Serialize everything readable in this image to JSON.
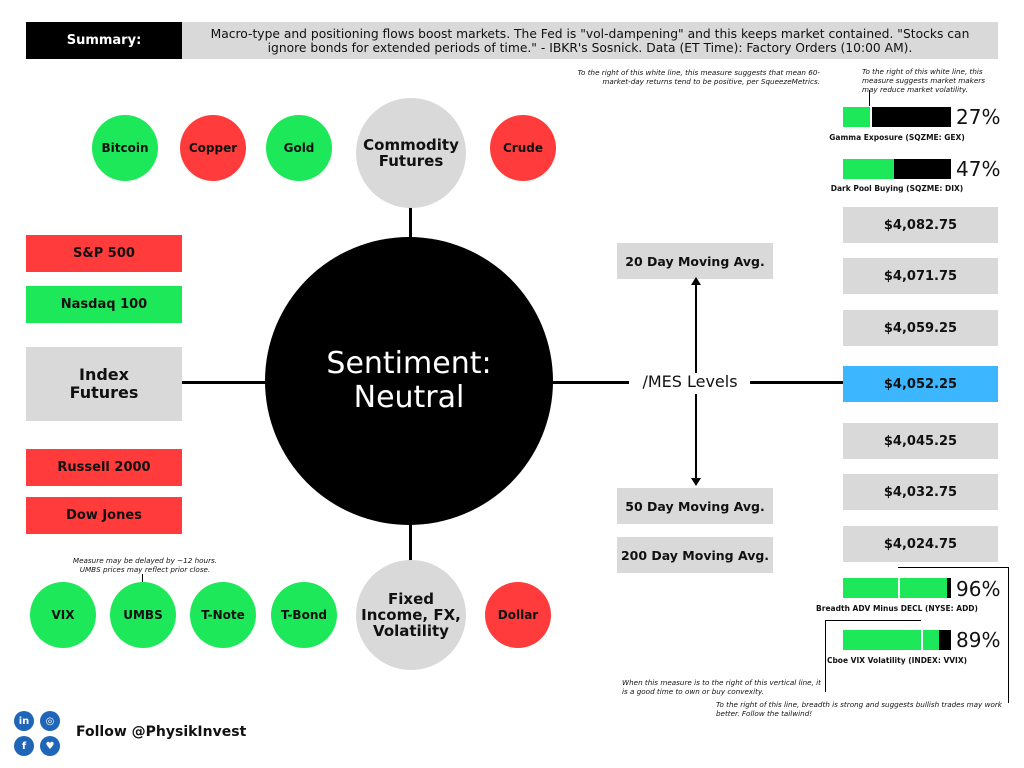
{
  "summary": {
    "label": "Summary:",
    "text": "Macro-type and positioning flows boost markets. The Fed is \"vol-dampening\" and this keeps market contained. \"Stocks can ignore bonds for extended periods of time.\" - IBKR's Sosnick. Data (ET Time): Factory Orders (10:00 AM)."
  },
  "center": {
    "line1": "Sentiment:",
    "line2": "Neutral"
  },
  "commodity": {
    "title_line1": "Commodity",
    "title_line2": "Futures",
    "items": [
      {
        "label": "Bitcoin",
        "color": "#1de85a"
      },
      {
        "label": "Copper",
        "color": "#ff3b3b"
      },
      {
        "label": "Gold",
        "color": "#1de85a"
      },
      {
        "label": "Crude",
        "color": "#ff3b3b"
      }
    ]
  },
  "index": {
    "title_line1": "Index",
    "title_line2": "Futures",
    "items": [
      {
        "label": "S&P 500",
        "color": "#ff3b3b"
      },
      {
        "label": "Nasdaq 100",
        "color": "#1de85a"
      },
      {
        "label": "Russell 2000",
        "color": "#ff3b3b"
      },
      {
        "label": "Dow Jones",
        "color": "#ff3b3b"
      }
    ]
  },
  "fixed_income": {
    "title_line1": "Fixed",
    "title_line2": "Income, FX,",
    "title_line3": "Volatility",
    "items": [
      {
        "label": "VIX",
        "color": "#1de85a"
      },
      {
        "label": "UMBS",
        "color": "#1de85a"
      },
      {
        "label": "T-Note",
        "color": "#1de85a"
      },
      {
        "label": "T-Bond",
        "color": "#1de85a"
      },
      {
        "label": "Dollar",
        "color": "#ff3b3b"
      }
    ],
    "note_line1": "Measure may be delayed by ~12 hours.",
    "note_line2": "UMBS prices may reflect prior close."
  },
  "mes": {
    "label": "/MES Levels",
    "ma20": "20 Day Moving Avg.",
    "ma50": "50 Day Moving Avg.",
    "ma200": "200 Day Moving Avg.",
    "levels": [
      "$4,082.75",
      "$4,071.75",
      "$4,059.25",
      "$4,052.25",
      "$4,045.25",
      "$4,032.75",
      "$4,024.75"
    ],
    "active_index": 3,
    "active_color": "#3bb6ff"
  },
  "gauges": {
    "note_top_left": "To the right of this white line, this measure suggests that mean 60-market-day returns tend to be positive, per SqueezeMetrics.",
    "note_top_right": "To the right of this white line, this measure suggests market makers may reduce market volatility.",
    "gex": {
      "pct_label": "27%",
      "caption": "Gamma Exposure (SQZME: GEX)",
      "value": 0.27
    },
    "dix": {
      "pct_label": "47%",
      "caption": "Dark Pool Buying (SQZME: DIX)",
      "value": 0.47
    },
    "add": {
      "pct_label": "96%",
      "caption": "Breadth ADV Minus DECL (NYSE: ADD)",
      "value": 0.96
    },
    "vvix": {
      "pct_label": "89%",
      "caption": "Cboe VIX Volatility (INDEX: VVIX)",
      "value": 0.89
    },
    "note_bottom_left": "When this measure is to the right of this vertical line, it is a good time to own or buy convexity.",
    "note_bottom_right": "To the right of this line, breadth is strong and suggests bullish trades may work better. Follow the tailwind!"
  },
  "footer": {
    "follow": "Follow @PhysikInvest",
    "icons": [
      "linkedin-icon",
      "instagram-icon",
      "facebook-icon",
      "twitter-icon"
    ]
  }
}
